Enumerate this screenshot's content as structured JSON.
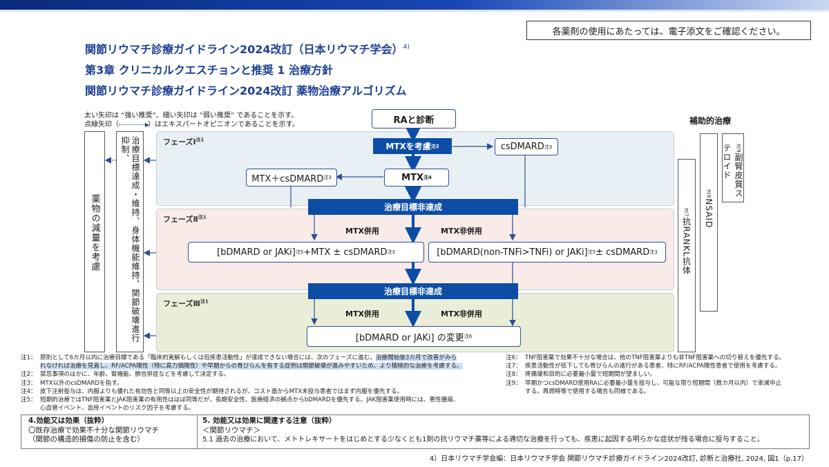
{
  "header": {
    "title1": "関節リウマチ診療ガイドライン2024改訂（日本リウマチ学会）",
    "title1_ref": "4)",
    "title2": "第3章 クリニカルクエスチョンと推奨 1 治療方針",
    "title3": "関節リウマチ診療ガイドライン2024改訂 薬物治療アルゴリズム",
    "notice": "各薬剤の使用にあたっては、電子添文をご確認ください。"
  },
  "legend": {
    "line1": "太い矢印は “強い推奨”、細い矢印は “弱い推奨” であることを示す。",
    "line2a": "点線矢印（",
    "line2b": "）はエキスパートオピニオンであることを示す。"
  },
  "left": {
    "reduce": "薬物の減量を考慮",
    "maintain": "治療目標達成・維持、身体機能維持、関節破壊進行抑制、"
  },
  "phases": {
    "p1": "フェーズⅠ",
    "p1_note": "注1",
    "p2": "フェーズⅡ",
    "p2_note": "注1",
    "p3": "フェーズⅢ",
    "p3_note": "注1"
  },
  "nodes": {
    "ra": "RAと診断",
    "mtx_consider": "MTXを考慮",
    "mtx_consider_note": "注2",
    "csdmard": "csDMARD",
    "csdmard_note": "注3",
    "mtx": "MTX",
    "mtx_note": "注4",
    "mtx_cs": "MTX＋csDMARD",
    "mtx_cs_note": "注3",
    "not_achieved1": "治療目標非達成",
    "with_mtx1": "MTX併用",
    "without_mtx1": "MTX非併用",
    "bd1_a": "[bDMARD or JAKi]",
    "bd1_n1": "注5",
    "bd1_b": "+MTX ± csDMARD",
    "bd1_n2": "注3",
    "bd2_a": "[bDMARD(non-TNFi>TNFi) or JAKi]",
    "bd2_n1": "注5",
    "bd2_b": " ± csDMARD",
    "bd2_n2": "注3",
    "not_achieved2": "治療目標非達成",
    "with_mtx2": "MTX併用",
    "without_mtx2": "MTX非併用",
    "change_a": "[bDMARD or JAKi] の変更",
    "change_n": "注6"
  },
  "adjunct": {
    "title": "補助的治療",
    "rankl": "抗RANKL抗体",
    "rankl_note": "注7",
    "nsaid": "NSAID",
    "nsaid_note": "注8",
    "steroid": "副腎皮質ステロイド",
    "steroid_note": "注9"
  },
  "notes_left": [
    {
      "k": "注1：",
      "parts": [
        {
          "t": "原則として6カ月以内に治療目標である「臨床的寛解もしくは低疾患活動性」が達成できない場合には、次のフェーズに進む。",
          "h": false
        },
        {
          "t": "治療開始後3カ月で改善がみら",
          "h": true
        }
      ]
    },
    {
      "k": "",
      "parts": [
        {
          "t": "れなければ治療を見直し、RF/ACPA陽性（特に高力価陽性）や早期からの骨びらんを有する症例は関節破壊が進みやすいため、より積極的な治療を考慮する。",
          "h": true
        }
      ]
    },
    {
      "k": "注2：",
      "parts": [
        {
          "t": "禁忌事項のほかに、年齢、腎機能、肺合併症などを考慮して決定する。",
          "h": false
        }
      ]
    },
    {
      "k": "注3：",
      "parts": [
        {
          "t": "MTX以外のcsDMARDを指す。",
          "h": false
        }
      ]
    },
    {
      "k": "注4：",
      "parts": [
        {
          "t": "皮下注射投与は、内服よりも優れた有効性と同等以上の安全性が期待されるが、コスト面からMTX未投与患者ではまず内服を優先する。",
          "h": false
        }
      ]
    },
    {
      "k": "注5：",
      "parts": [
        {
          "t": "短期的治療ではTNF阻害薬とJAK阻害薬の有用性はほぼ同等だが、長期安全性、医療経済の観点からbDMARDを優先する。JAK阻害薬使用時には、悪性腫瘍、",
          "h": false
        }
      ]
    },
    {
      "k": "",
      "parts": [
        {
          "t": "心血管イベント、血栓イベントのリスク因子を考慮する。",
          "h": false
        }
      ]
    }
  ],
  "notes_right": [
    {
      "k": "注6：",
      "t": "TNF阻害薬で効果不十分な場合は、他のTNF阻害薬よりも非TNF阻害薬への切り替えを優先する。"
    },
    {
      "k": "注7：",
      "t": "疾患活動性が低下しても骨びらんの進行がある患者、特にRF/ACPA陽性患者で使用を考慮する。"
    },
    {
      "k": "注8：",
      "t": "疼痛緩和目的に必要最小量で短期間が望ましい。"
    },
    {
      "k": "注9：",
      "t": "早期かつcsDMARD使用RAに必要最小量を投与し、可能な限り短期間（数カ月以内）で漸減中止"
    },
    {
      "k": "",
      "t": "する。再燃時等で使用する場合も同様である。"
    }
  ],
  "bottom": {
    "col1_title": "4.効能又は効果（抜粋）",
    "col1_line1": "〇既存治療で効果不十分な関節リウマチ",
    "col1_line2": "（関節の構造的損傷の防止を含む）",
    "col2_title": "5. 効能又は効果に関連する注意（抜粋）",
    "col2_line1": "＜関節リウマチ＞",
    "col2_line2": "5.1 過去の治療において、メトトレキサートをはじめとする少なくとも1剤の抗リウマチ薬等による適切な治療を行っても、疾患に起因する明らかな症状が残る場合に投与すること。"
  },
  "footer": "4）日本リウマチ学会編：日本リウマチ学会 関節リウマチ診療ガイドライン2024改訂, 診断と治療社, 2024, 図1（p.17）",
  "colors": {
    "accent": "#0d4da6",
    "title": "#1c3f95",
    "phase1": "#e9f0f5",
    "phase2": "#f8ebe8",
    "phase3": "#eaeed8"
  }
}
